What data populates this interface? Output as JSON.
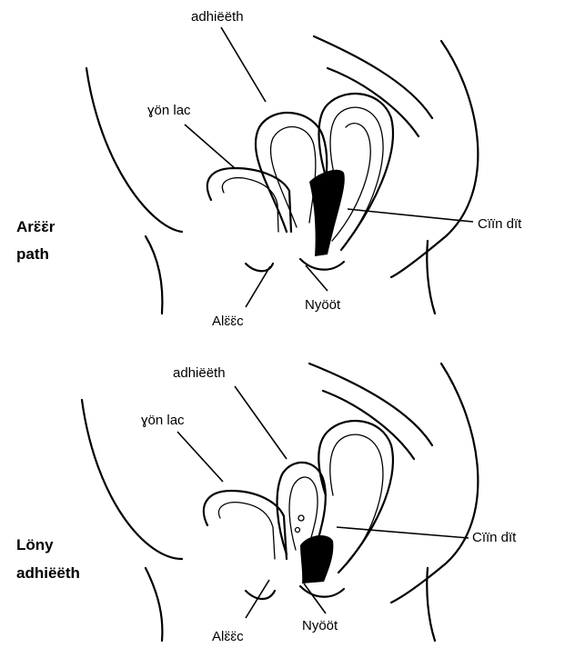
{
  "panels": [
    {
      "side_label_line1": "Arɛ̈ɛ̈r",
      "side_label_line2": "path",
      "labels": {
        "adhieth": "adhiëëth",
        "yon_lac": "ɣön lac",
        "ciin_dit": "Cïïn dït",
        "alec": "Alɛ̈ɛ̈c",
        "nyoot": "Nyööt"
      }
    },
    {
      "side_label_line1": "Löny",
      "side_label_line2": "adhiëëth",
      "labels": {
        "adhieth": "adhiëëth",
        "yon_lac": "ɣön lac",
        "ciin_dit": "Cïïn dït",
        "alec": "Alɛ̈ɛ̈c",
        "nyoot": "Nyööt"
      }
    }
  ]
}
